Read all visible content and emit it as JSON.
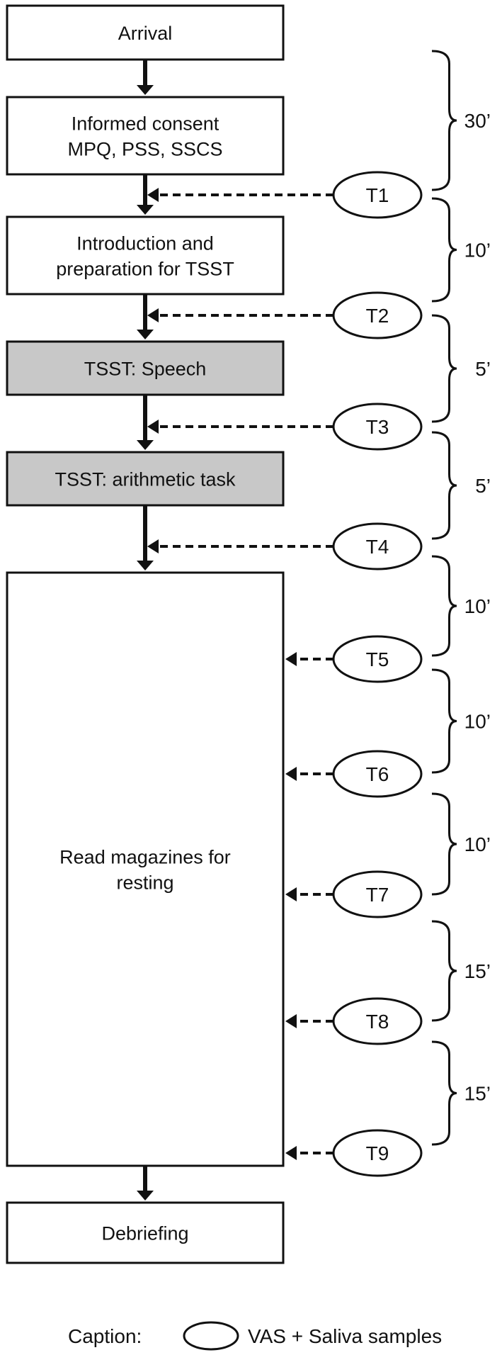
{
  "boxes": [
    {
      "id": "arrival",
      "lines": [
        "Arrival"
      ],
      "shaded": false
    },
    {
      "id": "consent",
      "lines": [
        "Informed consent",
        "MPQ, PSS, SSCS"
      ],
      "shaded": false
    },
    {
      "id": "intro",
      "lines": [
        "Introduction and",
        "preparation for TSST"
      ],
      "shaded": false
    },
    {
      "id": "speech",
      "lines": [
        "TSST: Speech"
      ],
      "shaded": true
    },
    {
      "id": "arith",
      "lines": [
        "TSST: arithmetic task"
      ],
      "shaded": true
    },
    {
      "id": "rest",
      "lines": [
        "Read magazines for",
        "resting"
      ],
      "shaded": false
    },
    {
      "id": "debrief",
      "lines": [
        "Debriefing"
      ],
      "shaded": false
    }
  ],
  "timepoints": [
    "T1",
    "T2",
    "T3",
    "T4",
    "T5",
    "T6",
    "T7",
    "T8",
    "T9"
  ],
  "durations": [
    "30’",
    "10’",
    "5’",
    "5’",
    "10’",
    "10’",
    "10’",
    "15’",
    "15’"
  ],
  "caption": {
    "label": "Caption:",
    "legend": "VAS + Saliva samples"
  },
  "colors": {
    "stroke": "#111111",
    "shaded_fill": "#c8c8c8",
    "fill": "#ffffff"
  }
}
